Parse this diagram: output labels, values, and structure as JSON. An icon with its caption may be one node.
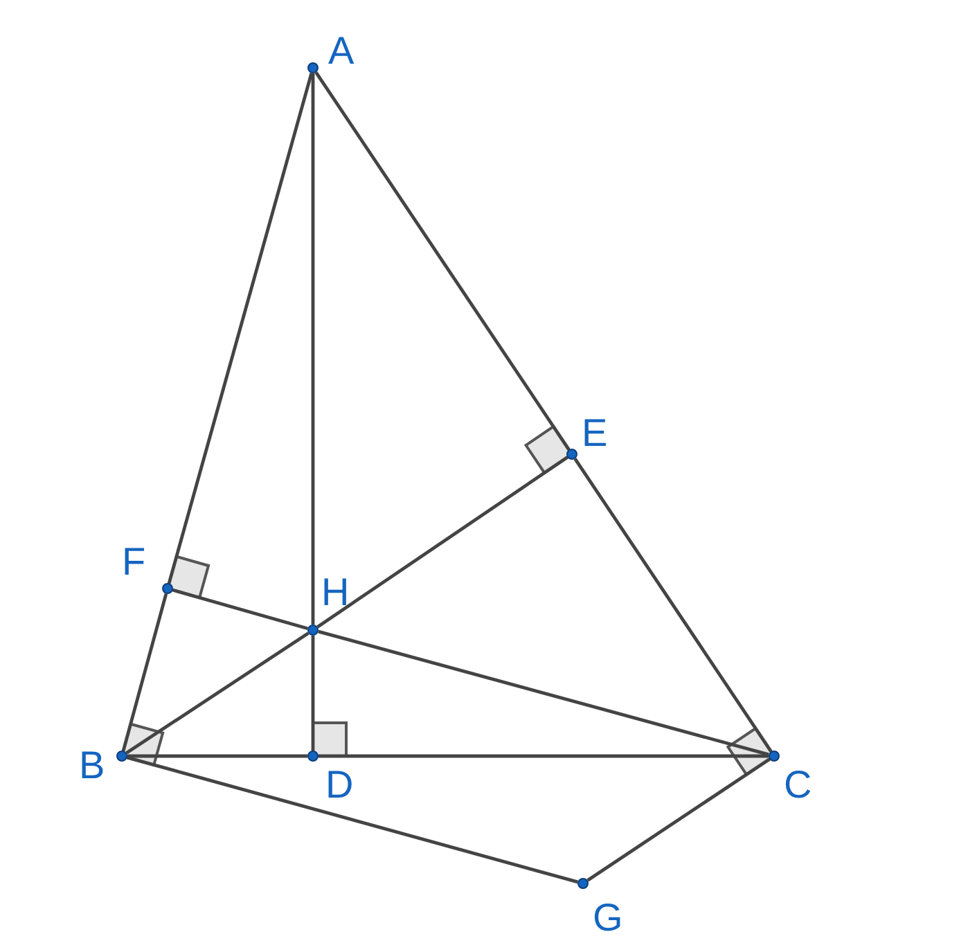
{
  "diagram": {
    "nodes": [
      {
        "text": [
          "A"
        ]
      },
      {
        "text": [
          "B"
        ]
      },
      {
        "text": [
          "C"
        ]
      },
      {
        "text": [
          "D"
        ]
      },
      {
        "text": [
          "E"
        ]
      },
      {
        "text": [
          "F"
        ]
      },
      {
        "text": [
          "H"
        ]
      },
      {
        "text": [
          "G"
        ]
      }
    ],
    "edges": [
      {
        "from": 0,
        "to": 5,
        "arrow": "none"
      },
      {
        "from": 5,
        "to": 1,
        "arrow": "none"
      },
      {
        "from": 0,
        "to": 4,
        "arrow": "none"
      },
      {
        "from": 4,
        "to": 2,
        "arrow": "none"
      },
      {
        "from": 1,
        "to": 3,
        "arrow": "none"
      },
      {
        "from": 3,
        "to": 2,
        "arrow": "none"
      },
      {
        "from": 0,
        "to": 6,
        "arrow": "none"
      },
      {
        "from": 6,
        "to": 3,
        "arrow": "none"
      },
      {
        "from": 1,
        "to": 6,
        "arrow": "none"
      },
      {
        "from": 6,
        "to": 4,
        "arrow": "none"
      },
      {
        "from": 2,
        "to": 6,
        "arrow": "none"
      },
      {
        "from": 6,
        "to": 5,
        "arrow": "none"
      },
      {
        "from": 1,
        "to": 7,
        "arrow": "none"
      },
      {
        "from": 7,
        "to": 2,
        "arrow": "none"
      }
    ]
  }
}
